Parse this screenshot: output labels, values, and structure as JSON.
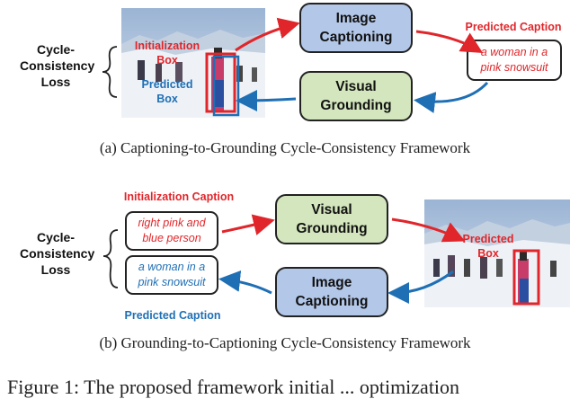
{
  "panel_a": {
    "loss_label": "Cycle-\nConsistency\nLoss",
    "init_box_label": "Initialization\nBox",
    "pred_box_label": "Predicted\nBox",
    "module_top": "Image\nCaptioning",
    "module_bottom": "Visual\nGrounding",
    "pred_caption_label": "Predicted Caption",
    "pred_caption_text": "a woman in a\npink snowsuit",
    "caption": "(a) Captioning-to-Grounding Cycle-Consistency Framework"
  },
  "panel_b": {
    "loss_label": "Cycle-\nConsistency\nLoss",
    "init_caption_label": "Initialization Caption",
    "init_caption_text": "right pink and\nblue person",
    "pred_caption_text": "a woman in a\npink snowsuit",
    "pred_caption_label": "Predicted Caption",
    "module_top": "Visual\nGrounding",
    "module_bottom": "Image\nCaptioning",
    "pred_box_label": "Predicted\nBox",
    "caption": "(b) Grounding-to-Captioning Cycle-Consistency Framework"
  },
  "figure_caption_fragment": "Figure 1: The proposed framework initial ... optimization",
  "colors": {
    "red": "#e0262b",
    "blue": "#1f6fb5",
    "module_blue": "#b3c7e8",
    "module_green": "#d3e6bd"
  }
}
